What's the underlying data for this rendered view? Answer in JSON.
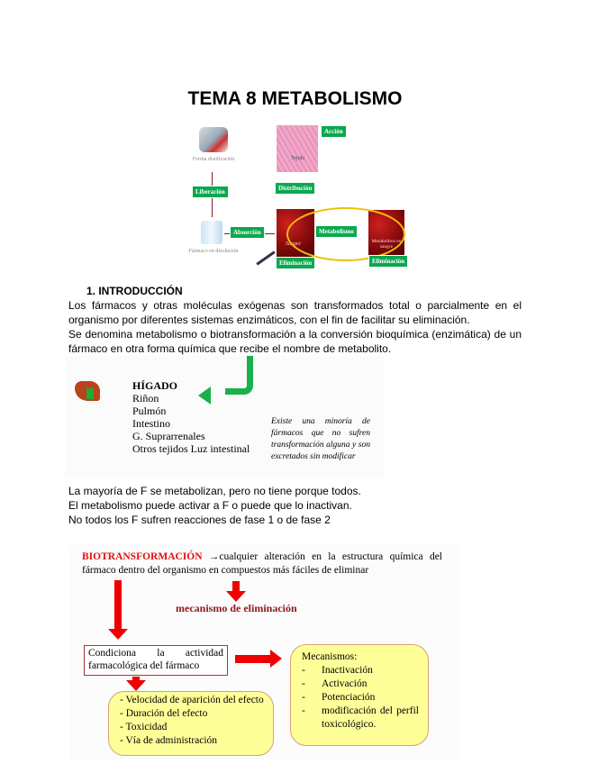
{
  "title": "TEMA 8 METABOLISMO",
  "figure1": {
    "labels": {
      "accion": "Acción",
      "tejido": "Tejido",
      "distribucion": "Distribución",
      "forma": "Forma dosificación",
      "liberacion": "Liberación",
      "disolucion": "Fármaco en disolución",
      "absorcion": "Absorción",
      "sangre": "Sangre",
      "metabolismo": "Metabolismo",
      "metabolitos": "Metabolitos en sangre",
      "eliminacion1": "Eliminación",
      "eliminacion2": "Eliminación"
    },
    "colors": {
      "label_bg": "#0aa84f",
      "ellipse": "#f0c000",
      "arrow": "#8b1a1a"
    }
  },
  "section1": {
    "heading": "1.   INTRODUCCIÓN",
    "lines": [
      "Los fármacos y otras moléculas exógenas son transformados total o parcialmente en el",
      "organismo por diferentes sistemas enzimáticos, con el fin de facilitar su eliminación.",
      "Se denomina metabolismo o biotransformación a la conversión bioquímica (enzimática) de un",
      "fármaco en otra forma química que recibe el nombre de metabolito."
    ]
  },
  "figure2": {
    "organs": [
      "HÍGADO",
      "Riñon",
      "Pulmón",
      "Intestino",
      "G. Suprarrenales",
      "Otros tejidos Luz intestinal"
    ],
    "note": "Existe una minoría de fármacos que no sufren transformación alguna y son excretados sin modificar"
  },
  "paragraph2": [
    "La mayoría de F se metabolizan, pero no tiene porque todos.",
    "El metabolismo puede activar a F o puede que lo inactivan.",
    "No todos los F sufren reacciones de fase 1 o de fase 2"
  ],
  "figure3": {
    "term": "BIOTRANSFORMACIÓN",
    "definition_line1": "→cualquier alteración en la estructura química del",
    "definition_line2": "fármaco dentro del organismo en compuestos más fáciles de eliminar",
    "mechanism": "mecanismo de eliminación",
    "condiciona": "Condiciona la actividad farmacológica del fármaco",
    "effects": [
      "- Velocidad de aparición del efecto",
      "- Duración del efecto",
      "- Toxicidad",
      "- Vía de administración"
    ],
    "mecanismos_title": "Mecanismos:",
    "mecanismos": [
      "Inactivación",
      "Activación",
      "Potenciación",
      "modificación del perfil toxicológico."
    ],
    "colors": {
      "term": "#e01010",
      "mechanism": "#8b1a1a",
      "box_fill": "#ffff99",
      "arrow": "#e00000"
    }
  }
}
